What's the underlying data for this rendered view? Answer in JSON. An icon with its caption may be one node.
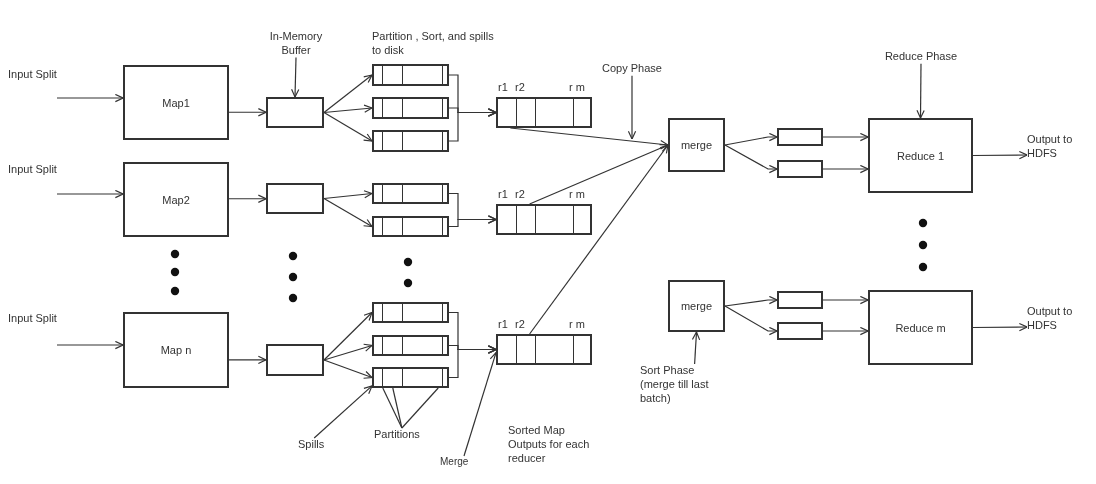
{
  "diagram": {
    "nodes": [
      {
        "text": [
          "In-Memory Buffer"
        ]
      },
      {
        "text": [
          "Copy Phase"
        ]
      },
      {
        "text": [
          "Reduce Phase"
        ]
      },
      {
        "text": [
          "Map1"
        ]
      },
      {
        "text": [],
        "shape": "box"
      },
      {
        "text": [],
        "shape": "box"
      },
      {
        "text": [],
        "shape": "box"
      },
      {
        "text": [],
        "shape": "box"
      },
      {
        "text": [
          "r1",
          "r2",
          "r m"
        ]
      },
      {
        "text": [
          "merge"
        ]
      },
      {
        "text": [],
        "shape": "box"
      },
      {
        "text": [],
        "shape": "box"
      },
      {
        "text": [
          "Reduce 1"
        ]
      },
      {
        "text": [
          "Map2"
        ]
      },
      {
        "text": [],
        "shape": "box"
      },
      {
        "text": [],
        "shape": "box"
      },
      {
        "text": [],
        "shape": "box"
      },
      {
        "text": [
          "r1",
          "r2",
          "r m"
        ]
      },
      {
        "text": [
          "Map n"
        ]
      },
      {
        "text": [],
        "shape": "box"
      },
      {
        "text": [],
        "shape": "box"
      },
      {
        "text": [],
        "shape": "box"
      },
      {
        "text": [],
        "shape": "box"
      },
      {
        "text": [
          "r1",
          "r2",
          "r m"
        ]
      },
      {
        "text": [
          "merge"
        ]
      },
      {
        "text": [],
        "shape": "box"
      },
      {
        "text": [],
        "shape": "box"
      },
      {
        "text": [
          "Reduce m"
        ]
      },
      {
        "text": [
          "Sort Phase (merge till last batch)"
        ]
      },
      {
        "text": [
          "Spills"
        ]
      },
      {
        "text": [
          "Partitions"
        ]
      },
      {
        "text": [
          "Merge"
        ]
      },
      {
        "text": [
          "Output to HDFS"
        ]
      },
      {
        "text": [
          "Output to HDFS"
        ]
      }
    ],
    "edges": [
      {
        "from": null,
        "to": 3,
        "arrow": "to"
      },
      {
        "from": null,
        "to": 13,
        "arrow": "to"
      },
      {
        "from": null,
        "to": 18,
        "arrow": "to"
      },
      {
        "from": 3,
        "to": 4,
        "arrow": "to"
      },
      {
        "from": 13,
        "to": 14,
        "arrow": "to"
      },
      {
        "from": 18,
        "to": 19,
        "arrow": "to"
      },
      {
        "from": 4,
        "to": 5,
        "arrow": "to"
      },
      {
        "from": 4,
        "to": 6,
        "arrow": "to"
      },
      {
        "from": 4,
        "to": 7,
        "arrow": "to"
      },
      {
        "from": 14,
        "to": 15,
        "arrow": "to"
      },
      {
        "from": 14,
        "to": 16,
        "arrow": "to"
      },
      {
        "from": 19,
        "to": 20,
        "arrow": "to"
      },
      {
        "from": 19,
        "to": 21,
        "arrow": "to"
      },
      {
        "from": 19,
        "to": 22,
        "arrow": "to"
      },
      {
        "from": 5,
        "to": 8,
        "arrow": "to"
      },
      {
        "from": 6,
        "to": 8,
        "arrow": "to"
      },
      {
        "from": 7,
        "to": 8,
        "arrow": "to"
      },
      {
        "from": 15,
        "to": 17,
        "arrow": "to"
      },
      {
        "from": 16,
        "to": 17,
        "arrow": "to"
      },
      {
        "from": 20,
        "to": 23,
        "arrow": "to"
      },
      {
        "from": 21,
        "to": 23,
        "arrow": "to"
      },
      {
        "from": 22,
        "to": 23,
        "arrow": "to"
      },
      {
        "from": 8,
        "to": 9,
        "arrow": "to"
      },
      {
        "from": 17,
        "to": 9,
        "arrow": "to"
      },
      {
        "from": 23,
        "to": 9,
        "arrow": "to"
      },
      {
        "from": 9,
        "to": 10,
        "arrow": "to"
      },
      {
        "from": 9,
        "to": 11,
        "arrow": "to"
      },
      {
        "from": 10,
        "to": 12,
        "arrow": "to"
      },
      {
        "from": 11,
        "to": 12,
        "arrow": "to"
      },
      {
        "from": 12,
        "to": 32,
        "arrow": "to"
      },
      {
        "from": 24,
        "to": 25,
        "arrow": "to"
      },
      {
        "from": 24,
        "to": 26,
        "arrow": "to"
      },
      {
        "from": 25,
        "to": 27,
        "arrow": "to"
      },
      {
        "from": 26,
        "to": 27,
        "arrow": "to"
      },
      {
        "from": 27,
        "to": 33,
        "arrow": "to"
      },
      {
        "from": 0,
        "to": 4,
        "arrow": "to"
      },
      {
        "from": 1,
        "to": null,
        "arrow": "to"
      },
      {
        "from": 2,
        "to": 12,
        "arrow": "to"
      },
      {
        "from": 28,
        "to": 24,
        "arrow": "to"
      },
      {
        "from": 29,
        "to": 22,
        "arrow": "to"
      },
      {
        "from": 30,
        "to": 22,
        "arrow": "none"
      },
      {
        "from": 30,
        "to": 22,
        "arrow": "none"
      },
      {
        "from": 30,
        "to": 22,
        "arrow": "none"
      },
      {
        "from": 31,
        "to": 23,
        "arrow": "to"
      }
    ],
    "labels": [
      "Partition , Sort, and spills to disk",
      "Input Split",
      "Input Split",
      "Input Split",
      "Sorted Map Outputs for each reducer"
    ]
  }
}
